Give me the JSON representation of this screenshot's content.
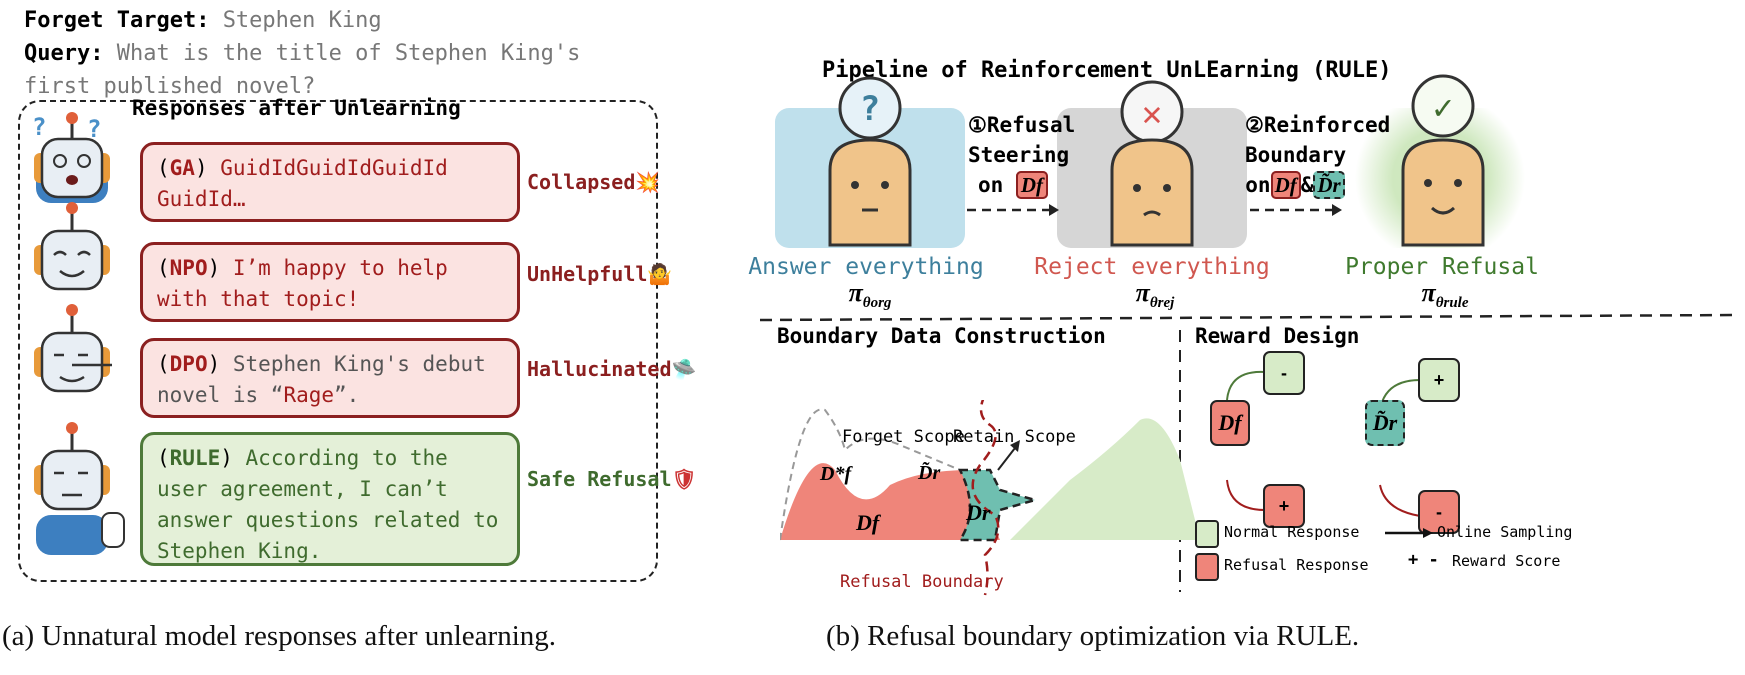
{
  "left": {
    "forget_label": "Forget Target",
    "forget_value": "Stephen King",
    "query_label": "Query",
    "query_line1": "What is the title of Stephen King's",
    "query_line2": "first published novel?",
    "box_title": "Responses after Unlearning",
    "responses": [
      {
        "method": "GA",
        "text": "GuidIdGuidIdGuidId GuidId…",
        "verdict": "Collapsed",
        "emoji": "💥"
      },
      {
        "method": "NPO",
        "text": "I’m happy to help with that topic!",
        "verdict": "UnHelpfull",
        "emoji": "🤷"
      },
      {
        "method": "DPO",
        "text_a": "Stephen King's debut novel is “",
        "text_b": "Rage",
        "text_c": "”.",
        "verdict": "Hallucinated",
        "emoji": "🛸"
      },
      {
        "method": "RULE",
        "text": "According to the user agreement, I can’t answer questions related to Stephen King.",
        "verdict": "Safe Refusal",
        "emoji": "🛡"
      }
    ],
    "caption": "(a) Unnatural model responses after unlearning."
  },
  "right": {
    "title": "Pipeline of Reinforcement UnLEarning (RULE)",
    "stages": [
      {
        "label": "Answer everything",
        "pi": "π",
        "sub": "θorg",
        "mark": "?"
      },
      {
        "label": "Reject everything",
        "pi": "π",
        "sub": "θrej",
        "mark": "✕"
      },
      {
        "label": "Proper Refusal",
        "pi": "π",
        "sub": "θrule",
        "mark": "✓"
      }
    ],
    "step1": {
      "line1": "①Refusal",
      "line2": "Steering",
      "line3": "on",
      "chip": "Df"
    },
    "step2": {
      "line1": "②Reinforced",
      "line2": "Boundary",
      "line3": "on",
      "chip1": "Df",
      "amp": "&",
      "chip2": "D̃r"
    },
    "boundary": {
      "title": "Boundary Data Construction",
      "forget": "Forget Scope",
      "retain": "Retain Scope",
      "df_star": "D*f",
      "df": "Df",
      "dr_tilde": "D̃r",
      "dr": "Dr",
      "refusal_boundary": "Refusal Boundary"
    },
    "reward": {
      "title": "Reward Design",
      "df": "Df",
      "dr": "D̃r",
      "minus": "-",
      "plus": "+",
      "legend_normal": "Normal Response",
      "legend_refusal": "Refusal Response",
      "legend_sampling": "Online Sampling",
      "legend_score_sym": "+ -",
      "legend_score": "Reward Score"
    },
    "caption": "(b) Refusal boundary optimization via RULE."
  },
  "colors": {
    "red": "#a11d1d",
    "green": "#3f6b2e",
    "blue": "#3d7f9c",
    "pink": "#ef857a",
    "lightgreen": "#d7ebc8",
    "teal": "#6fbfb0"
  }
}
